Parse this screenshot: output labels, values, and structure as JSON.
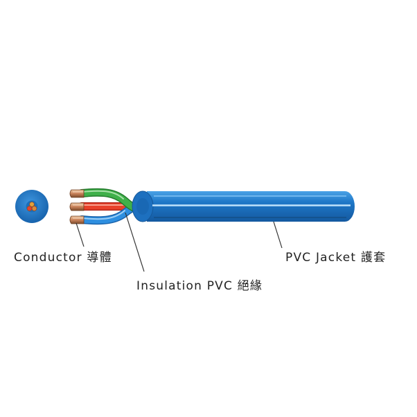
{
  "labels": {
    "conductor": "Conductor 導體",
    "insulation": "Insulation PVC 絕緣",
    "jacket": "PVC Jacket 護套"
  },
  "colors": {
    "jacket": "#1f78c8",
    "jacket_highlight": "#bfe2fb",
    "jacket_shadow": "#1459a0",
    "insulation_green": "#3fb04a",
    "insulation_red": "#e8412a",
    "insulation_blue": "#2e8fe0",
    "copper": "#c9825a",
    "leader_line": "#333333",
    "text": "#222222"
  }
}
